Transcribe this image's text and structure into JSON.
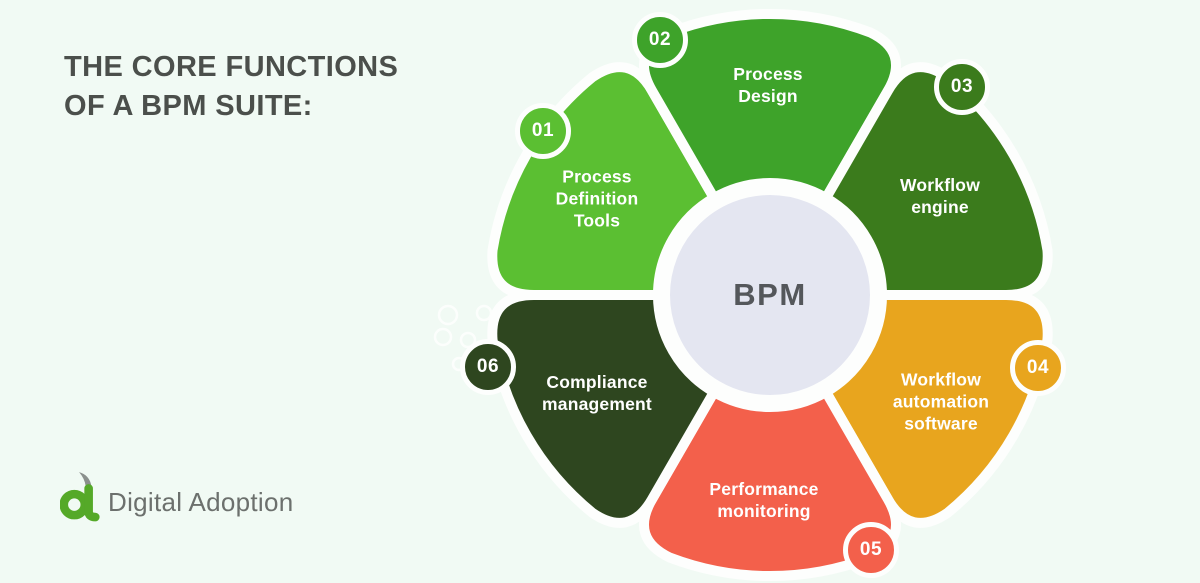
{
  "title": {
    "line1": "THE CORE FUNCTIONS",
    "line2": "OF A BPM SUITE:"
  },
  "center": {
    "label": "BPM",
    "fill": "#e4e6f1"
  },
  "colors": {
    "background": "#f1faf4",
    "gap_white": "#fdfefd",
    "title_text": "#4b4f4b",
    "label_text": "#ffffff"
  },
  "petals": [
    {
      "num": "01",
      "lines": [
        "Process",
        "Definition",
        "Tools"
      ],
      "color": "#5bbf32"
    },
    {
      "num": "02",
      "lines": [
        "Process",
        "Design"
      ],
      "color": "#3ea32a"
    },
    {
      "num": "03",
      "lines": [
        "Workflow",
        "engine"
      ],
      "color": "#3b7b1c"
    },
    {
      "num": "04",
      "lines": [
        "Workflow",
        "automation",
        "software"
      ],
      "color": "#e8a51e"
    },
    {
      "num": "05",
      "lines": [
        "Performance",
        "monitoring"
      ],
      "color": "#f3604b"
    },
    {
      "num": "06",
      "lines": [
        "Compliance",
        "management"
      ],
      "color": "#2e461f"
    }
  ],
  "logo": {
    "text": "Digital Adoption",
    "green": "#55a928",
    "gray": "#8b908d"
  }
}
